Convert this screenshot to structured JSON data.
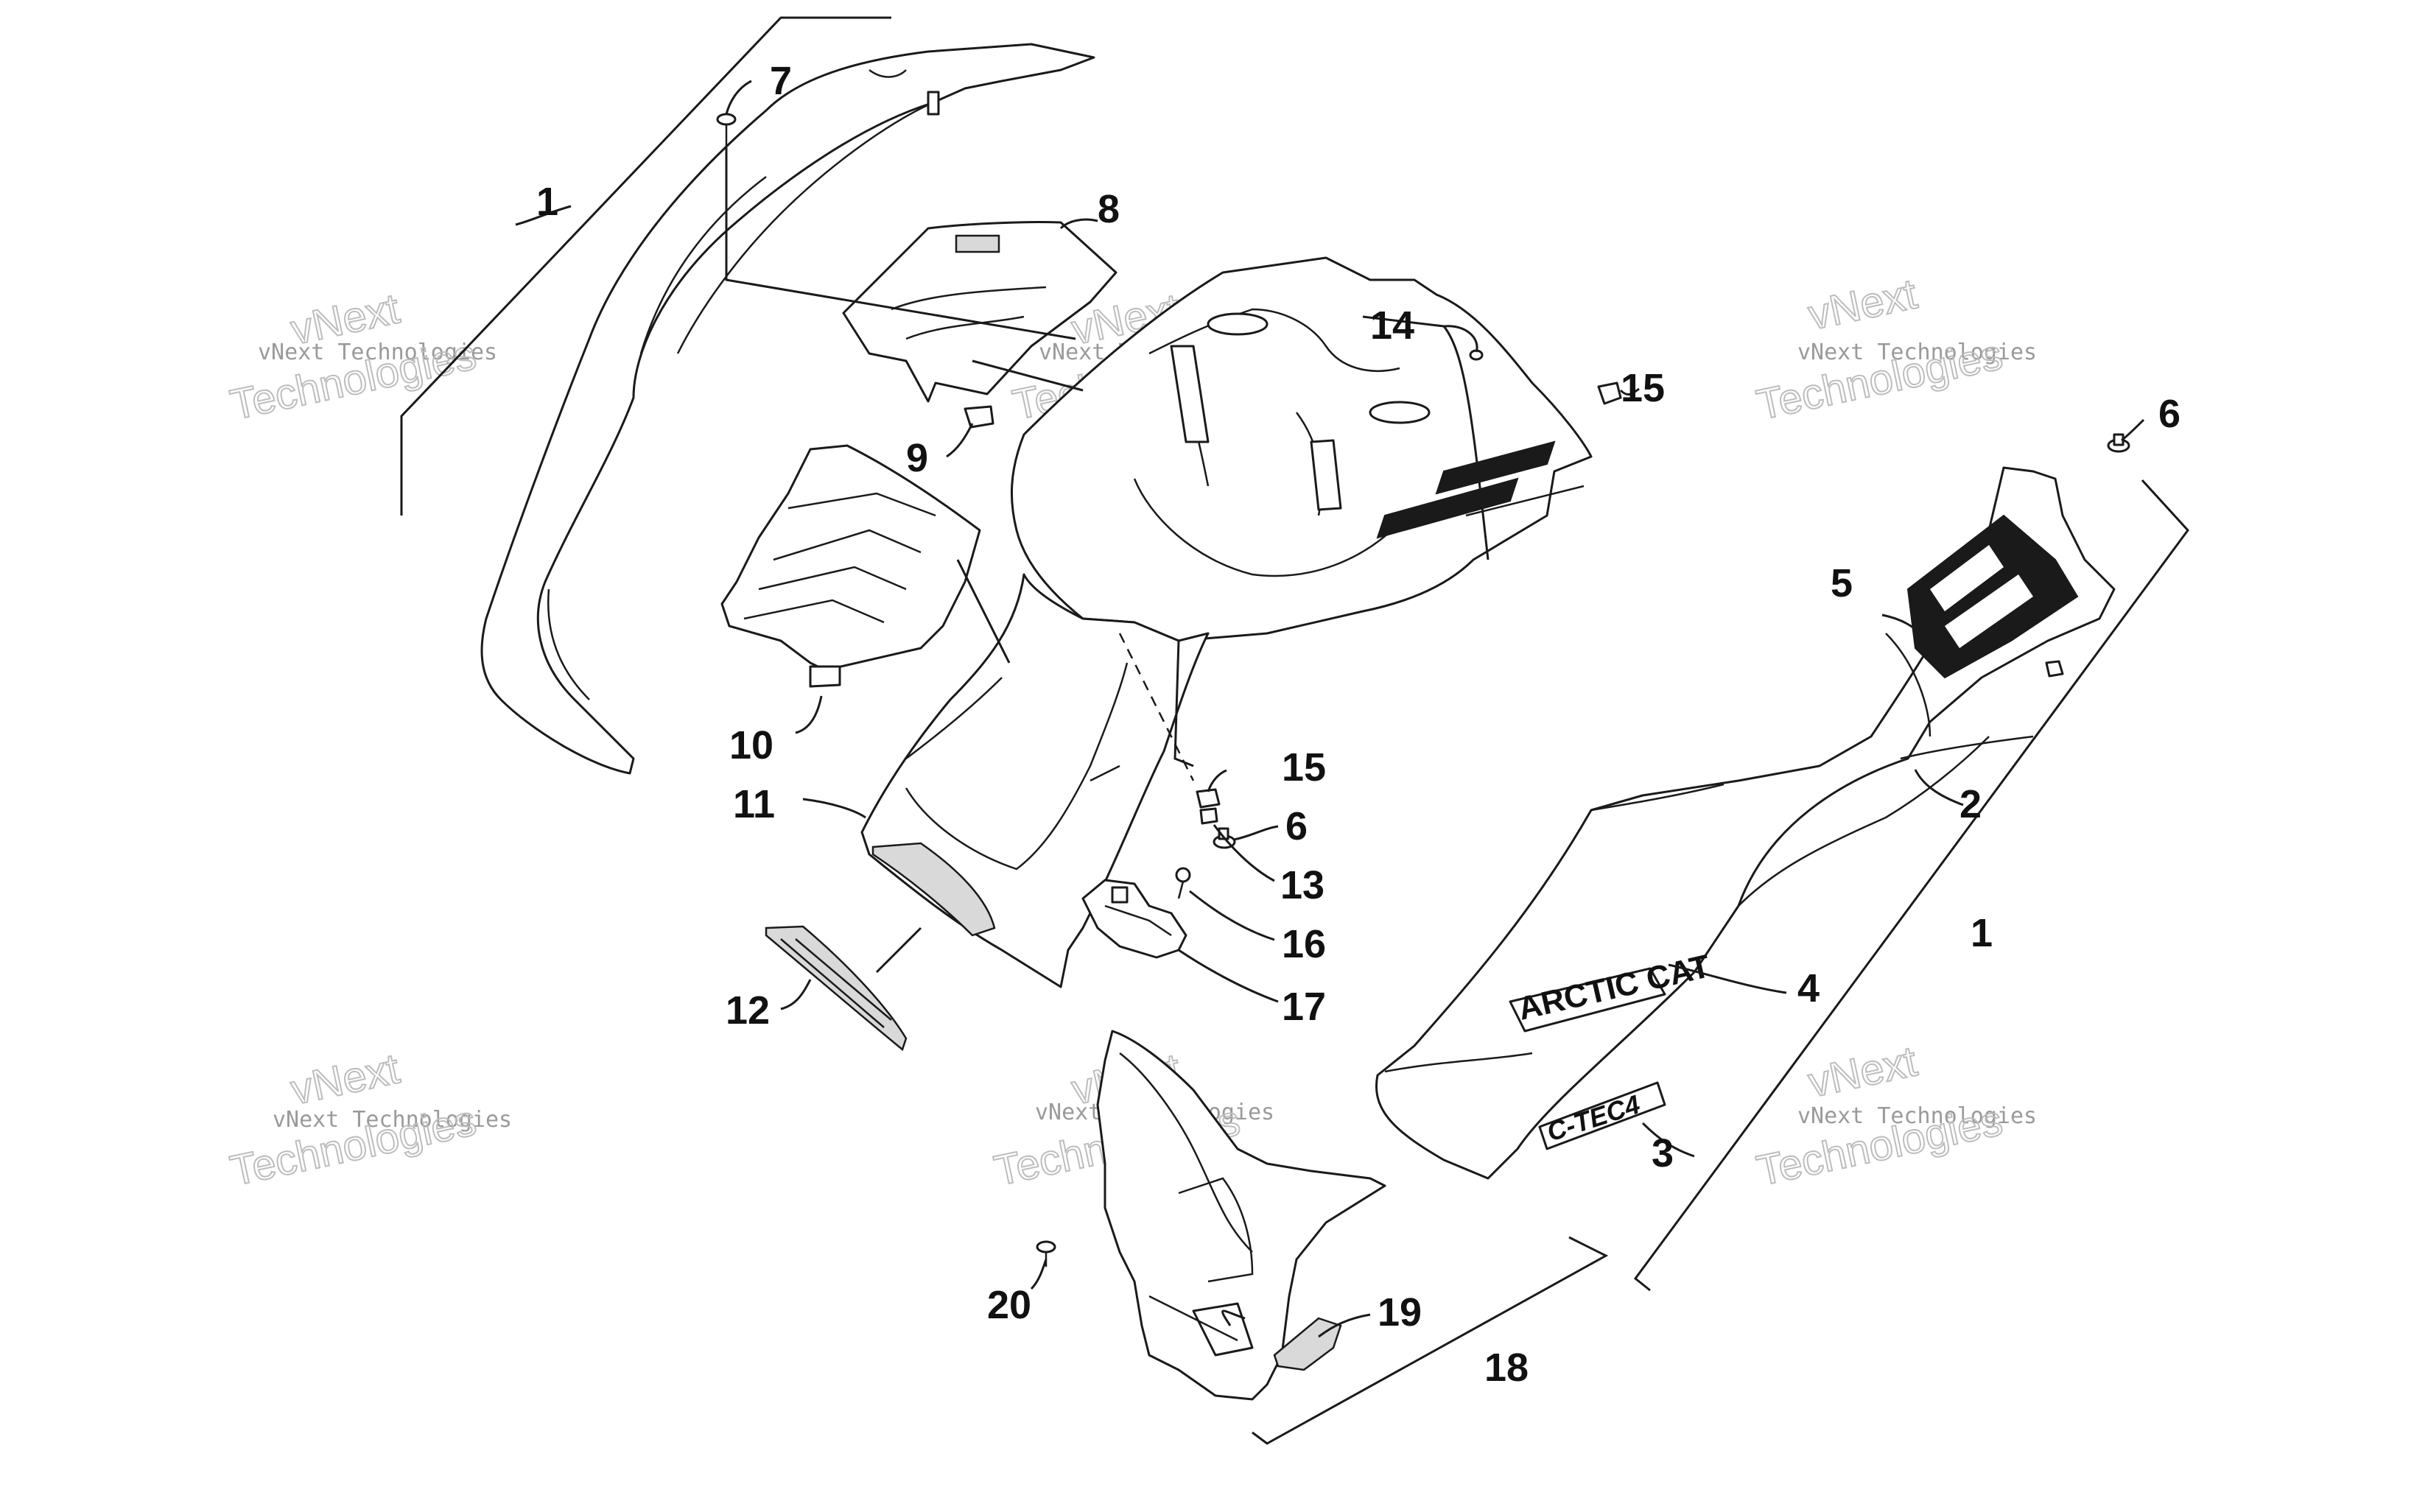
{
  "diagram": {
    "callouts": [
      "1",
      "2",
      "3",
      "4",
      "5",
      "6",
      "6",
      "7",
      "8",
      "9",
      "10",
      "11",
      "12",
      "13",
      "14",
      "15",
      "15",
      "16",
      "17",
      "18",
      "19",
      "20",
      "1"
    ],
    "decals": {
      "brand": "ARCTIC CAT",
      "model": "C-TEC4"
    },
    "watermark": {
      "line1": "vNext Technologies",
      "line2": "vNext",
      "line3": "Technologies"
    },
    "colors": {
      "ink": "#1a1a1a",
      "watermark": "#bdbdbd"
    }
  }
}
